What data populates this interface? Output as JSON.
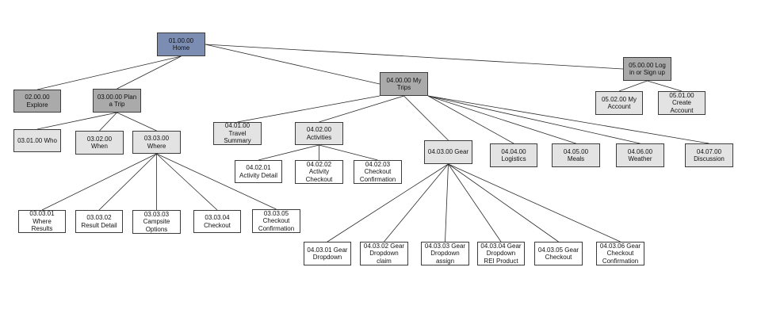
{
  "nodes": {
    "home": "01.00.00 Home",
    "explore": "02.00.00 Explore",
    "plan_trip": "03.00.00 Plan a Trip",
    "who": "03.01.00 Who",
    "when": "03.02.00 When",
    "where": "03.03.00 Where",
    "where_results": "03.03.01 Where Results",
    "result_detail": "03.03.02 Result Detail",
    "campsite_options": "03.03.03 Campsite Options",
    "where_checkout": "03.03.04 Checkout",
    "where_checkout_confirmation": "03.03.05 Checkout Confirmation",
    "my_trips": "04.00.00 My Trips",
    "travel_summary": "04.01.00 Travel Summary",
    "activities": "04.02.00 Activities",
    "activity_detail": "04.02.01 Activity Detail",
    "activity_checkout": "04.02.02 Activity Checkout",
    "activities_checkout_confirmation": "04.02.03 Checkout Confirmation",
    "gear": "04.03.00 Gear",
    "gear_dropdown": "04.03.01 Gear Dropdown",
    "gear_dropdown_claim": "04.03.02 Gear Dropdown claim",
    "gear_dropdown_assign": "04.03.03 Gear Dropdown assign",
    "gear_dropdown_rei": "04.03.04 Gear Dropdown REI Product",
    "gear_checkout": "04.03.05 Gear Checkout",
    "gear_checkout_confirmation": "04.03.06 Gear Checkout Confirmation",
    "logistics": "04.04.00 Logistics",
    "meals": "04.05.00 Meals",
    "weather": "04.06.00 Weather",
    "discussion": "04.07.00 Discussion",
    "login": "05.00.00 Log in or Sign up",
    "my_account": "05.02.00 My Account",
    "create_account": "05.01.00 Create Account"
  },
  "edges": [
    [
      "home",
      "explore"
    ],
    [
      "home",
      "plan_trip"
    ],
    [
      "home",
      "my_trips"
    ],
    [
      "home",
      "login"
    ],
    [
      "plan_trip",
      "who"
    ],
    [
      "plan_trip",
      "when"
    ],
    [
      "plan_trip",
      "where"
    ],
    [
      "where",
      "where_results"
    ],
    [
      "where",
      "result_detail"
    ],
    [
      "where",
      "campsite_options"
    ],
    [
      "where",
      "where_checkout"
    ],
    [
      "where",
      "where_checkout_confirmation"
    ],
    [
      "my_trips",
      "travel_summary"
    ],
    [
      "my_trips",
      "activities"
    ],
    [
      "my_trips",
      "gear"
    ],
    [
      "my_trips",
      "logistics"
    ],
    [
      "my_trips",
      "meals"
    ],
    [
      "my_trips",
      "weather"
    ],
    [
      "my_trips",
      "discussion"
    ],
    [
      "activities",
      "activity_detail"
    ],
    [
      "activities",
      "activity_checkout"
    ],
    [
      "activities",
      "activities_checkout_confirmation"
    ],
    [
      "gear",
      "gear_dropdown"
    ],
    [
      "gear",
      "gear_dropdown_claim"
    ],
    [
      "gear",
      "gear_dropdown_assign"
    ],
    [
      "gear",
      "gear_dropdown_rei"
    ],
    [
      "gear",
      "gear_checkout"
    ],
    [
      "gear",
      "gear_checkout_confirmation"
    ],
    [
      "login",
      "my_account"
    ],
    [
      "login",
      "create_account"
    ]
  ]
}
